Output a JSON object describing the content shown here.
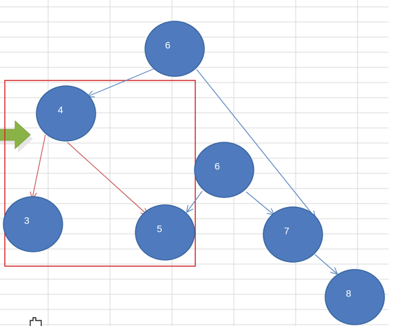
{
  "diagram": {
    "nodes": [
      {
        "id": "n6a",
        "label": "6"
      },
      {
        "id": "n4",
        "label": "4"
      },
      {
        "id": "n6b",
        "label": "6"
      },
      {
        "id": "n3",
        "label": "3"
      },
      {
        "id": "n5",
        "label": "5"
      },
      {
        "id": "n7",
        "label": "7"
      },
      {
        "id": "n8",
        "label": "8"
      }
    ],
    "edges": [
      {
        "from": "n6a",
        "to": "n4",
        "color": "#5a86c0"
      },
      {
        "from": "n6a",
        "to": "n7",
        "color": "#5a86c0"
      },
      {
        "from": "n4",
        "to": "n3",
        "color": "#c95a5a"
      },
      {
        "from": "n4",
        "to": "n5",
        "color": "#c95a5a"
      },
      {
        "from": "n6b",
        "to": "n5",
        "color": "#5a86c0"
      },
      {
        "from": "n6b",
        "to": "n7",
        "color": "#5a86c0"
      },
      {
        "from": "n7",
        "to": "n8",
        "color": "#5a86c0"
      }
    ],
    "colors": {
      "node_fill": "#4f7bbe",
      "node_stroke": "#37649f",
      "highlight_box": "#d42a2a",
      "pointer_arrow": "#8ab347",
      "grid": "#d9d9d9"
    }
  }
}
